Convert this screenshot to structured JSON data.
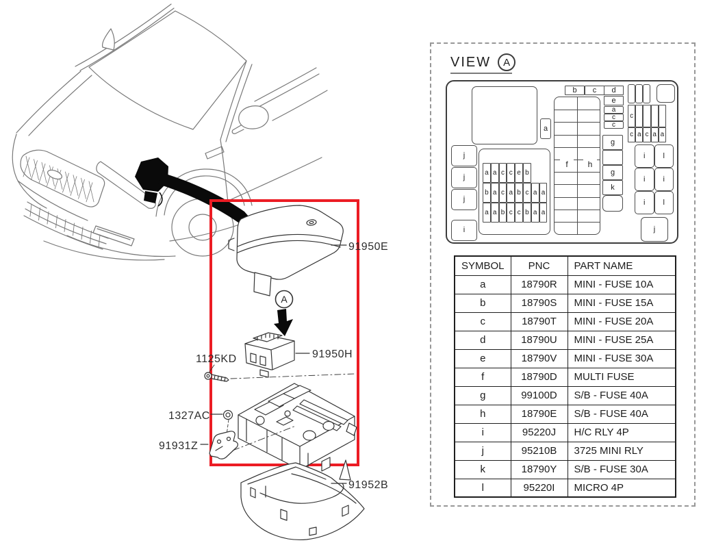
{
  "colors": {
    "highlight_red": "#ec1c24",
    "diagram_line": "#333333",
    "car_line": "#787878"
  },
  "exploded": {
    "view_marker": "A",
    "labels": {
      "cover": "91950E",
      "relay": "91950H",
      "bolt": "1125KD",
      "nut": "1327AC",
      "bracket": "91931Z",
      "tray": "91952B"
    }
  },
  "view_panel": {
    "title": "VIEW",
    "marker": "A",
    "fusebox": {
      "top_strip": [
        "b",
        "c"
      ],
      "de_stack": [
        "d",
        "e"
      ],
      "acc_stack": [
        "a",
        "c",
        "c"
      ],
      "a_single": "a",
      "fh_labels": [
        "f",
        "h"
      ],
      "gk_column": [
        "g",
        "",
        "g",
        "k",
        ""
      ],
      "right_group_label": "c",
      "right_bottom_row": [
        "c",
        "a",
        "c",
        "a",
        "a"
      ],
      "il_grid": [
        [
          "i",
          "l"
        ],
        [
          "i",
          "i"
        ],
        [
          "i",
          "l"
        ]
      ],
      "j_cell": "j",
      "left_column": [
        "j",
        "j",
        "j",
        "i"
      ],
      "inner_rows": [
        [
          "a",
          "a",
          "c",
          "c",
          "e",
          "b"
        ],
        [
          "b",
          "a",
          "c",
          "a",
          "b",
          "c",
          "a",
          "a"
        ],
        [
          "a",
          "a",
          "b",
          "c",
          "c",
          "b",
          "a",
          "a"
        ]
      ]
    },
    "table": {
      "headers": [
        "SYMBOL",
        "PNC",
        "PART NAME"
      ],
      "rows": [
        {
          "symbol": "a",
          "pnc": "18790R",
          "part_name": "MINI - FUSE 10A"
        },
        {
          "symbol": "b",
          "pnc": "18790S",
          "part_name": "MINI - FUSE 15A"
        },
        {
          "symbol": "c",
          "pnc": "18790T",
          "part_name": "MINI - FUSE 20A"
        },
        {
          "symbol": "d",
          "pnc": "18790U",
          "part_name": "MINI - FUSE 25A"
        },
        {
          "symbol": "e",
          "pnc": "18790V",
          "part_name": "MINI - FUSE 30A"
        },
        {
          "symbol": "f",
          "pnc": "18790D",
          "part_name": "MULTI FUSE"
        },
        {
          "symbol": "g",
          "pnc": "99100D",
          "part_name": "S/B - FUSE 40A"
        },
        {
          "symbol": "h",
          "pnc": "18790E",
          "part_name": "S/B - FUSE 40A"
        },
        {
          "symbol": "i",
          "pnc": "95220J",
          "part_name": "H/C RLY 4P"
        },
        {
          "symbol": "j",
          "pnc": "95210B",
          "part_name": "3725 MINI RLY"
        },
        {
          "symbol": "k",
          "pnc": "18790Y",
          "part_name": "S/B - FUSE 30A"
        },
        {
          "symbol": "l",
          "pnc": "95220I",
          "part_name": "MICRO 4P"
        }
      ]
    }
  }
}
